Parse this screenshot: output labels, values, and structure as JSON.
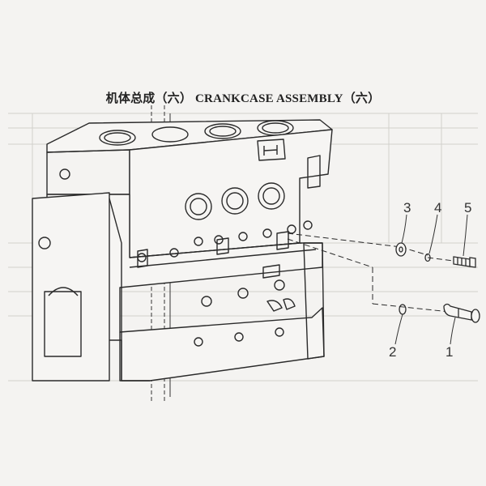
{
  "title": "机体总成（六）  CRANKCASE ASSEMBLY（六）",
  "callouts": [
    "1",
    "2",
    "3",
    "4",
    "5"
  ],
  "colors": {
    "ink": "#2a2a2a",
    "paper": "#f4f3f1",
    "faint": "#c9c7c3"
  }
}
